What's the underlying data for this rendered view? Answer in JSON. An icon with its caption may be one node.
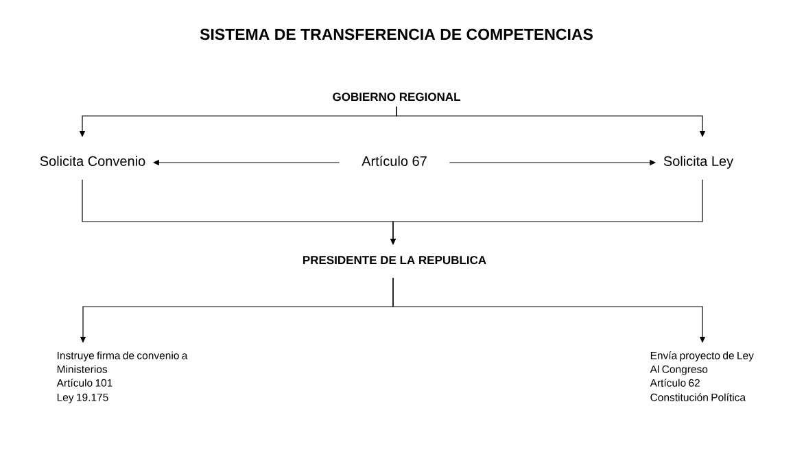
{
  "diagram": {
    "title": "SISTEMA DE TRANSFERENCIA DE COMPETENCIAS",
    "nodes": [
      {
        "text": [
          "GOBIERNO REGIONAL"
        ]
      },
      {
        "text": [
          "Solicita Convenio"
        ]
      },
      {
        "text": [
          "Artículo 67"
        ]
      },
      {
        "text": [
          "Solicita Ley"
        ]
      },
      {
        "text": [
          "PRESIDENTE DE LA REPUBLICA"
        ]
      },
      {
        "text": [
          "Instruye firma de convenio a Ministerios",
          "Artículo 101",
          "Ley 19.175"
        ]
      },
      {
        "text": [
          "Envía proyecto de Ley",
          "Al Congreso",
          "Artículo 62",
          "Constitución Política"
        ]
      }
    ],
    "edges": [
      {
        "from": 0,
        "to": 1,
        "arrow": "to"
      },
      {
        "from": 0,
        "to": 3,
        "arrow": "to"
      },
      {
        "from": 2,
        "to": 1,
        "arrow": "to"
      },
      {
        "from": 2,
        "to": 3,
        "arrow": "to"
      },
      {
        "from": 1,
        "to": 4,
        "arrow": "to"
      },
      {
        "from": 3,
        "to": 4,
        "arrow": "to"
      },
      {
        "from": 4,
        "to": 5,
        "arrow": "to"
      },
      {
        "from": 4,
        "to": 6,
        "arrow": "to"
      }
    ]
  }
}
